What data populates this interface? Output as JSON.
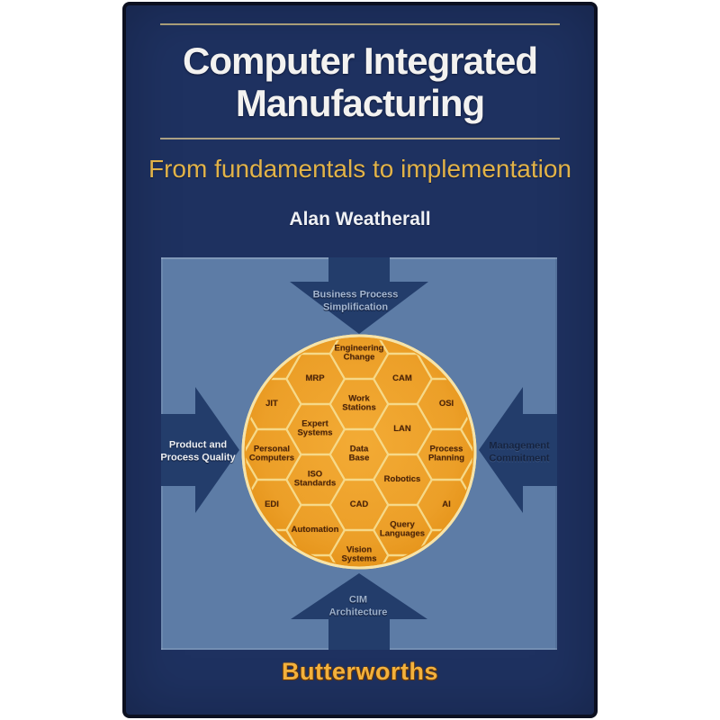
{
  "cover": {
    "title_line1": "Computer Integrated",
    "title_line2": "Manufacturing",
    "subtitle": "From fundamentals to implementation",
    "author": "Alan Weatherall",
    "publisher": "Butterworths"
  },
  "diagram": {
    "arrows": {
      "top": "Business Process Simplification",
      "bottom": "CIM Architecture",
      "left": "Product and Process Quality",
      "right": "Management Commitment"
    },
    "hexagons": [
      "Engineering Change",
      "MRP",
      "CAM",
      "JIT",
      "Work Stations",
      "OSI",
      "Expert Systems",
      "LAN",
      "Personal Computers",
      "Data Base",
      "Process Planning",
      "ISO Standards",
      "Robotics",
      "EDI",
      "CAD",
      "AI",
      "Automation",
      "Query Languages",
      "Vision Systems"
    ]
  },
  "colors": {
    "cover_navy": "#1e3160",
    "panel_blue": "#5d7ca6",
    "arrow_navy": "#233d6b",
    "honeycomb_orange": "#ec9f28",
    "hex_line_cream": "#f6d989",
    "gold_accent": "#e2b348",
    "publisher_gold": "#f3b13c",
    "title_white": "#f3f2f0"
  }
}
